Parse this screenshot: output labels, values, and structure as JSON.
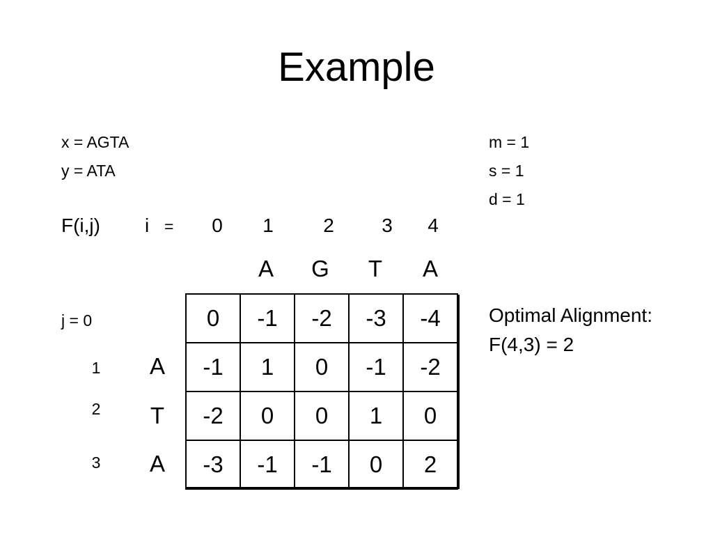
{
  "title": "Example",
  "sequences": {
    "x": "x = AGTA",
    "y": "y = ATA"
  },
  "params": {
    "m": "m =  1",
    "s": "s  = 1",
    "d": "d  = 1"
  },
  "header": {
    "f_label": "F(i,j)",
    "i_label": "i",
    "eq": "=",
    "i_indices": [
      "0",
      "1",
      "2",
      "3",
      "4"
    ],
    "x_letters": [
      "A",
      "G",
      "T",
      "A"
    ]
  },
  "rows": {
    "j_labels": [
      "j = 0",
      "1",
      "2",
      "3"
    ],
    "y_letters": [
      "A",
      "T",
      "A"
    ]
  },
  "matrix": [
    [
      "0",
      "-1",
      "-2",
      "-3",
      "-4"
    ],
    [
      "-1",
      "1",
      "0",
      "-1",
      "-2"
    ],
    [
      "-2",
      "0",
      "0",
      "1",
      "0"
    ],
    [
      "-3",
      "-1",
      "-1",
      "0",
      "2"
    ]
  ],
  "result": {
    "line1": "Optimal Alignment:",
    "line2": "F(4,3) = 2"
  }
}
